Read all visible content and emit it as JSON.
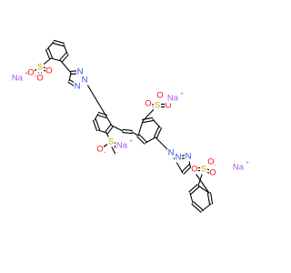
{
  "atom_colors": {
    "C": "#000000",
    "N": "#3050F8",
    "O": "#FF0D0D",
    "S": "#C8A000",
    "Na": "#AB5CF2"
  },
  "labels": {
    "oxygen": "O",
    "sulfur": "S",
    "nitrogen": "N",
    "sodium": "Na",
    "plus": "+",
    "minus": "-"
  }
}
